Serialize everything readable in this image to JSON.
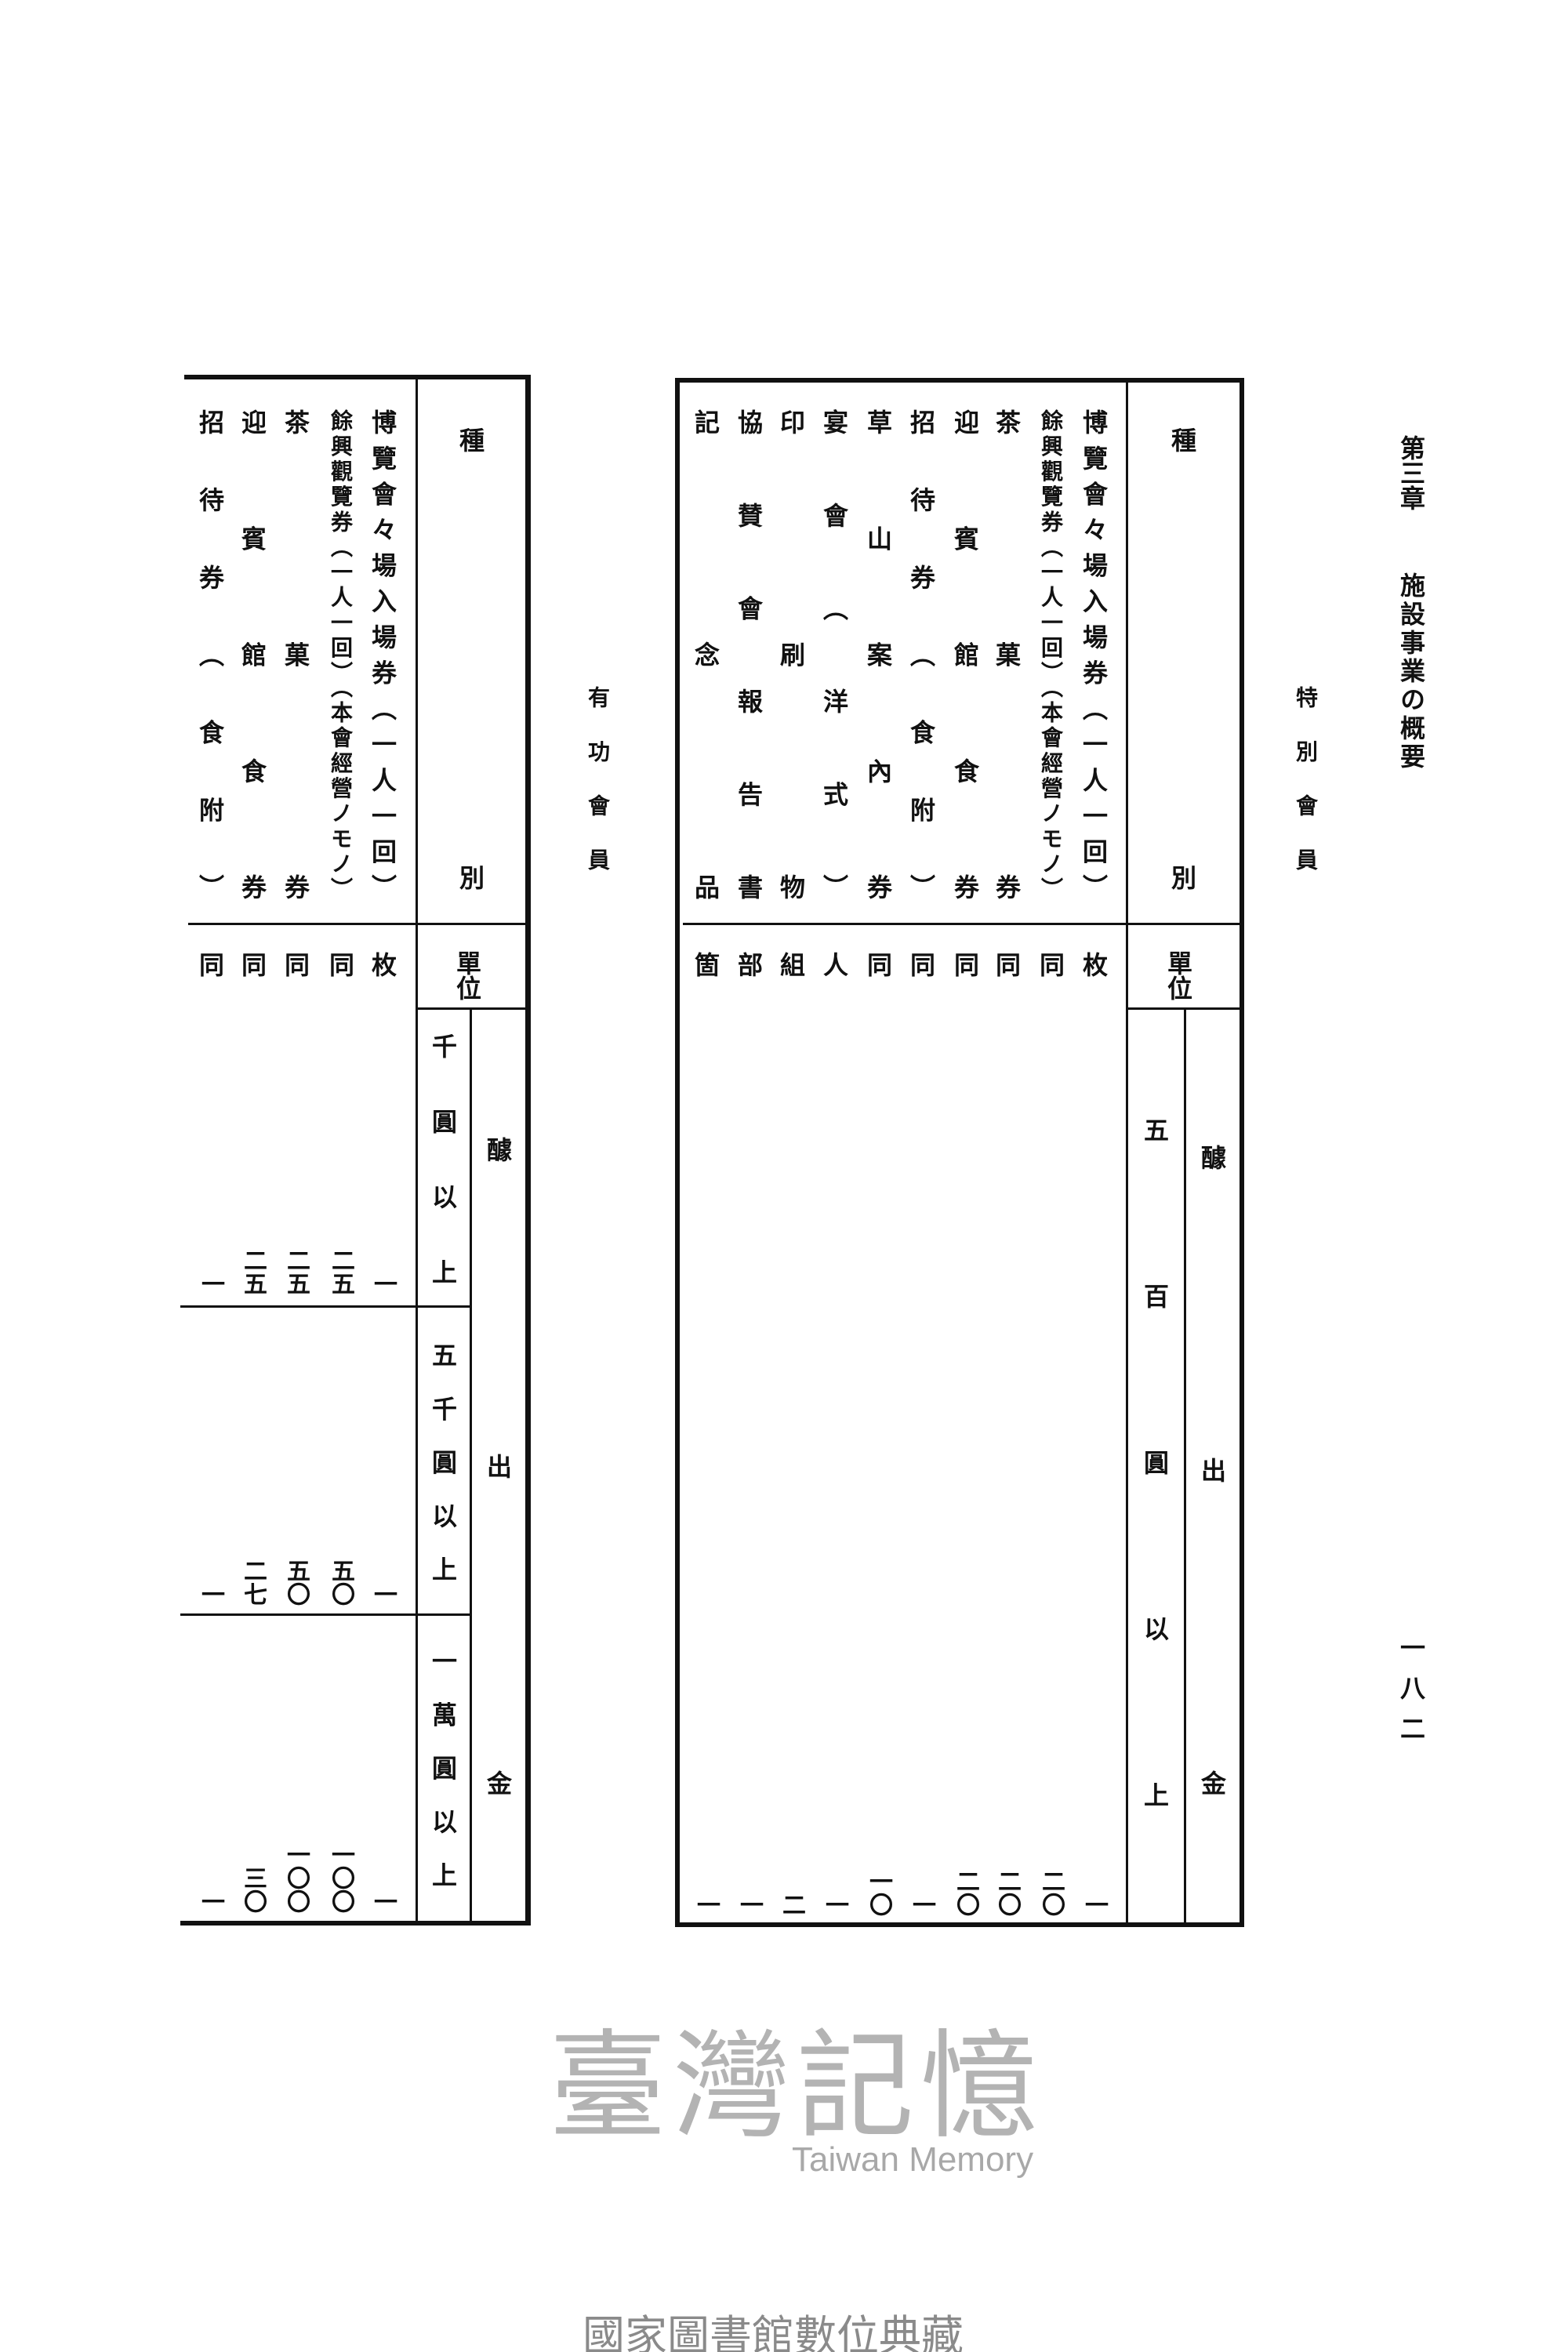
{
  "header": {
    "chapter": "第三章",
    "title": "施設事業の概要",
    "page_number": "一八二"
  },
  "special_members": {
    "title": "特別會員",
    "kind_header": "種別",
    "unit_header": "單位",
    "contribution_header": "醵出金",
    "tiers": [
      "五百圓以上"
    ],
    "rows": [
      {
        "label": "博覽會々場入場券（一人一回）",
        "unit": "枚",
        "values": [
          "一"
        ]
      },
      {
        "label": "餘興觀覽券（一人一回）（本會經營ノモノ）",
        "unit": "同",
        "values": [
          "二〇"
        ]
      },
      {
        "label": "茶菓券",
        "unit": "同",
        "values": [
          "二〇"
        ]
      },
      {
        "label": "迎賓館食券",
        "unit": "同",
        "values": [
          "二〇"
        ]
      },
      {
        "label": "招待券（食附）",
        "unit": "同",
        "values": [
          "一"
        ]
      },
      {
        "label": "草山案內券",
        "unit": "同",
        "values": [
          "一〇"
        ]
      },
      {
        "label": "宴會（洋式）",
        "unit": "人",
        "values": [
          "一"
        ]
      },
      {
        "label": "印刷物",
        "unit": "組",
        "values": [
          "二"
        ]
      },
      {
        "label": "協賛會報告書",
        "unit": "部",
        "values": [
          "一"
        ]
      },
      {
        "label": "記念品",
        "unit": "箇",
        "values": [
          "一"
        ]
      }
    ]
  },
  "meritorious_members": {
    "title": "有功會員",
    "kind_header": "種別",
    "unit_header": "單位",
    "contribution_header": "醵出金",
    "tiers": [
      "千圓以上",
      "五千圓以上",
      "一萬圓以上"
    ],
    "rows": [
      {
        "label": "博覽會々場入場券（一人一回）",
        "unit": "枚",
        "values": [
          "一",
          "一",
          "一"
        ]
      },
      {
        "label": "餘興觀覽券（一人一回）（本會經營ノモノ）",
        "unit": "同",
        "values": [
          "二五",
          "五〇",
          "一〇〇"
        ]
      },
      {
        "label": "茶菓券",
        "unit": "同",
        "values": [
          "二五",
          "五〇",
          "一〇〇"
        ]
      },
      {
        "label": "迎賓館食券",
        "unit": "同",
        "values": [
          "二五",
          "二七",
          "三〇"
        ]
      },
      {
        "label": "招待券（食附）",
        "unit": "同",
        "values": [
          "一",
          "一",
          "一"
        ]
      }
    ]
  },
  "watermark": {
    "main": "臺灣記憶",
    "sub": "Taiwan Memory"
  },
  "footer": {
    "archive": "國家圖書館數位典藏"
  }
}
